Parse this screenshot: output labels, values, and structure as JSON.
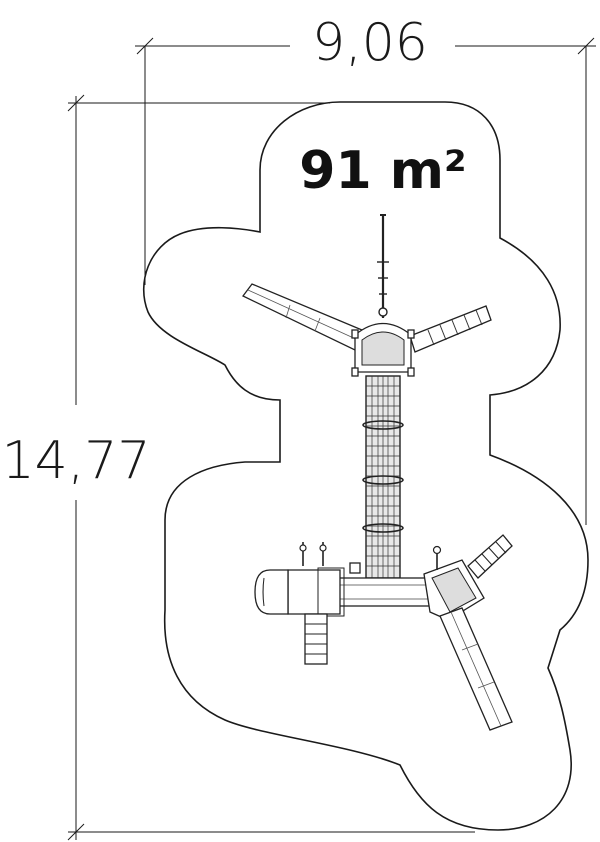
{
  "dimensions": {
    "width": "9,06",
    "height": "14,77"
  },
  "area": {
    "value": "91 m²"
  }
}
